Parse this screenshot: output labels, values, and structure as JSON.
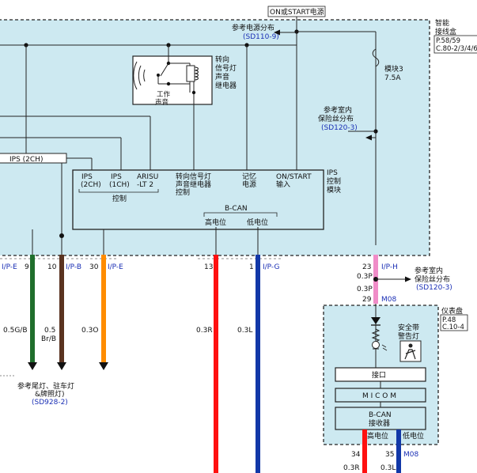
{
  "top": {
    "on_start_source": "ON或START电源",
    "smart_junction_box": [
      "智能",
      "接线盒"
    ],
    "sjb_page": "P.58/59",
    "sjb_conn": "C.80-2/3/4/6",
    "power_dist": "参考电源分布",
    "power_dist_ref": "(SD110-9)",
    "module_label": "模块3",
    "module_rating": "7.5A",
    "fuse_dist_1": [
      "参考室内",
      "保险丝分布"
    ],
    "fuse_dist_1_ref": "(SD120-3)"
  },
  "relay": {
    "title_lines": [
      "转向",
      "信号灯",
      "声音",
      "继电器"
    ],
    "work_lines": [
      "工作",
      "声音"
    ]
  },
  "ips_module": {
    "ips2ch_bar": "IPS (2CH)",
    "name_lines": [
      "IPS",
      "控制",
      "模块"
    ],
    "cols": [
      {
        "lines": [
          "IPS",
          "(2CH)"
        ]
      },
      {
        "lines": [
          "IPS",
          "(1CH)"
        ]
      },
      {
        "lines": [
          "ARISU",
          "-LT 2"
        ]
      },
      {
        "lines": [
          "转向信号灯",
          "声音继电器",
          "控制"
        ]
      },
      {
        "lines": [
          "记忆",
          "电源"
        ]
      },
      {
        "lines": [
          "ON/START",
          "输入"
        ]
      }
    ],
    "control": "控制",
    "bcan": "B-CAN",
    "high": "高电位",
    "low": "低电位"
  },
  "connectors": {
    "ipe_left": "I/P-E",
    "pin_9": "9",
    "pin_10": "10",
    "ipb": "I/P-B",
    "pin_30": "30",
    "ipe_right": "I/P-E",
    "pin_13": "13",
    "pin_1": "1",
    "ipg": "I/P-G",
    "pin_23": "23",
    "iph": "I/P-H",
    "pin_29": "29",
    "m08": "M08",
    "pin_34": "34",
    "pin_35": "35",
    "m08_bottom": "M08"
  },
  "wires": [
    {
      "size": "0.5G/B",
      "color": "#1f6e2c"
    },
    {
      "size": [
        "0.5",
        "Br/B"
      ],
      "color": "#5a3320"
    },
    {
      "size": "0.3O",
      "color": "#ff8c00"
    },
    {
      "size": "0.3R",
      "color": "#ff1010"
    },
    {
      "size": "0.3L",
      "color": "#1238a8"
    },
    {
      "size": [
        "0.3P",
        "0.3P"
      ],
      "color": "#f08cc8"
    }
  ],
  "bottom_left": {
    "lines": [
      "参考尾灯、驻车灯",
      "&牌照灯)"
    ],
    "ref": "(SD928-2)"
  },
  "fuse_dist_2": {
    "lines": [
      "参考室内",
      "保险丝分布"
    ],
    "ref": "(SD120-3)"
  },
  "cluster": {
    "title": "仪表盘",
    "page": "P.48",
    "conn": "C.10-4",
    "seatbelt_lines": [
      "安全带",
      "警告灯"
    ],
    "interface": "接口",
    "micom": "M I C O M",
    "bcan": "B-CAN",
    "receiver": "接收器",
    "high": "高电位",
    "low": "低电位",
    "wire_bottom_left": "0.3R",
    "wire_bottom_right": "0.3L"
  },
  "colors": {
    "panel_fill": "#cde9f1",
    "dash": "#222222"
  }
}
